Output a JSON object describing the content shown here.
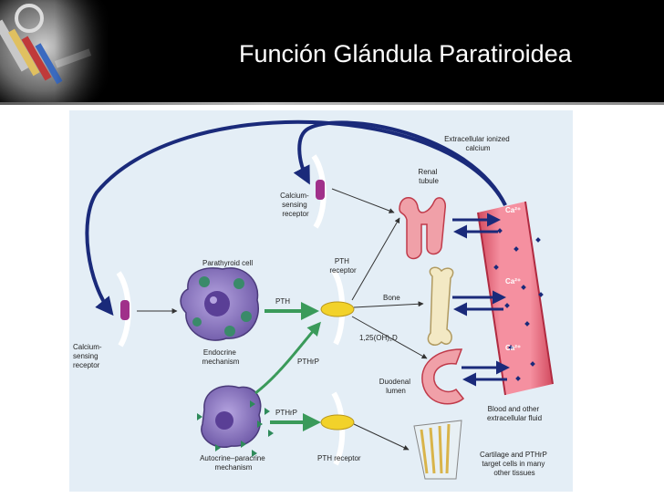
{
  "slide": {
    "title": "Función Glándula Paratiroidea"
  },
  "diagram": {
    "labels": {
      "extracellular": [
        "Extracellular ionized",
        "calcium"
      ],
      "renal": [
        "Renal",
        "tubule"
      ],
      "casr_top": [
        "Calcium-",
        "sensing",
        "receptor"
      ],
      "casr_left": [
        "Calcium-",
        "sensing",
        "receptor"
      ],
      "parathyroid_cell": "Parathyroid cell",
      "pth_receptor_top": [
        "PTH",
        "receptor"
      ],
      "pth": "PTH",
      "bone": "Bone",
      "vitd": "1,25(OH)₂D",
      "endocrine": [
        "Endocrine",
        "mechanism"
      ],
      "pthrp_mid": "PTHrP",
      "duodenal": [
        "Duodenal",
        "lumen"
      ],
      "pthrp_bottom": "PTHrP",
      "autocrine": [
        "Autocrine–paracrine",
        "mechanism"
      ],
      "pth_receptor_bottom": "PTH receptor",
      "blood": [
        "Blood and other",
        "extracellular fluid"
      ],
      "cartilage": [
        "Cartilage and PTHrP",
        "target cells in many",
        "other tissues"
      ],
      "ca_top": "Ca²⁺",
      "ca_mid": "Ca²⁺",
      "ca_bottom": "Ca²⁺"
    },
    "colors": {
      "background": "#e4eef6",
      "arrow_blue": "#1a2a7a",
      "arrow_green": "#3a9a5a",
      "receptor_purple": "#a0308a",
      "receptor_yellow": "#f2d22a",
      "cell_purple": "#8d78c4",
      "vessel_red": "#f07a8a",
      "organ_pink": "#f0a0a8",
      "bone": "#f3e9c4"
    }
  }
}
